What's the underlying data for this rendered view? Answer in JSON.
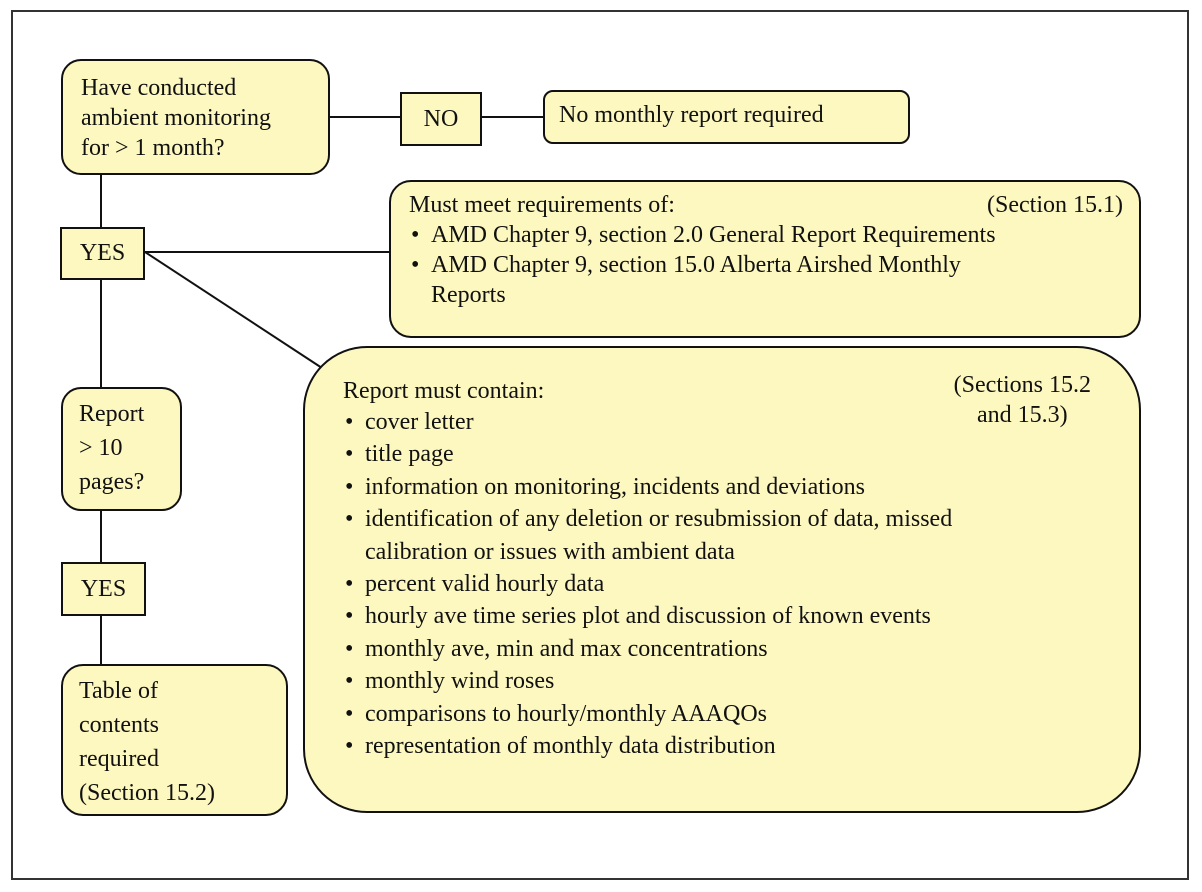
{
  "q1": {
    "lines": [
      "Have conducted",
      "ambient monitoring",
      "for > 1 month?"
    ]
  },
  "no_label": "NO",
  "no_result": "No monthly report required",
  "yes1_label": "YES",
  "req": {
    "heading": "Must meet requirements of:",
    "section": "(Section 15.1)",
    "items": [
      "AMD Chapter 9, section 2.0 General Report Requirements",
      "AMD Chapter 9, section 15.0 Alberta Airshed Monthly",
      "Reports"
    ]
  },
  "contain": {
    "heading": "Report must contain:",
    "section_lines": [
      "(Sections 15.2",
      "and 15.3)"
    ],
    "items": [
      [
        "cover letter"
      ],
      [
        "title page"
      ],
      [
        "information on monitoring, incidents and deviations"
      ],
      [
        "identification of any deletion or resubmission of data, missed",
        "calibration or issues with ambient data"
      ],
      [
        "percent valid hourly data"
      ],
      [
        "hourly ave time series plot and discussion of known events"
      ],
      [
        "monthly ave, min and max concentrations"
      ],
      [
        "monthly wind roses"
      ],
      [
        "comparisons to hourly/monthly AAAQOs"
      ],
      [
        "representation of monthly data distribution"
      ]
    ]
  },
  "q2": {
    "lines": [
      "Report",
      "> 10",
      "pages?"
    ]
  },
  "yes2_label": "YES",
  "toc": {
    "lines": [
      "Table of",
      "contents",
      "required",
      "(Section 15.2)"
    ]
  }
}
